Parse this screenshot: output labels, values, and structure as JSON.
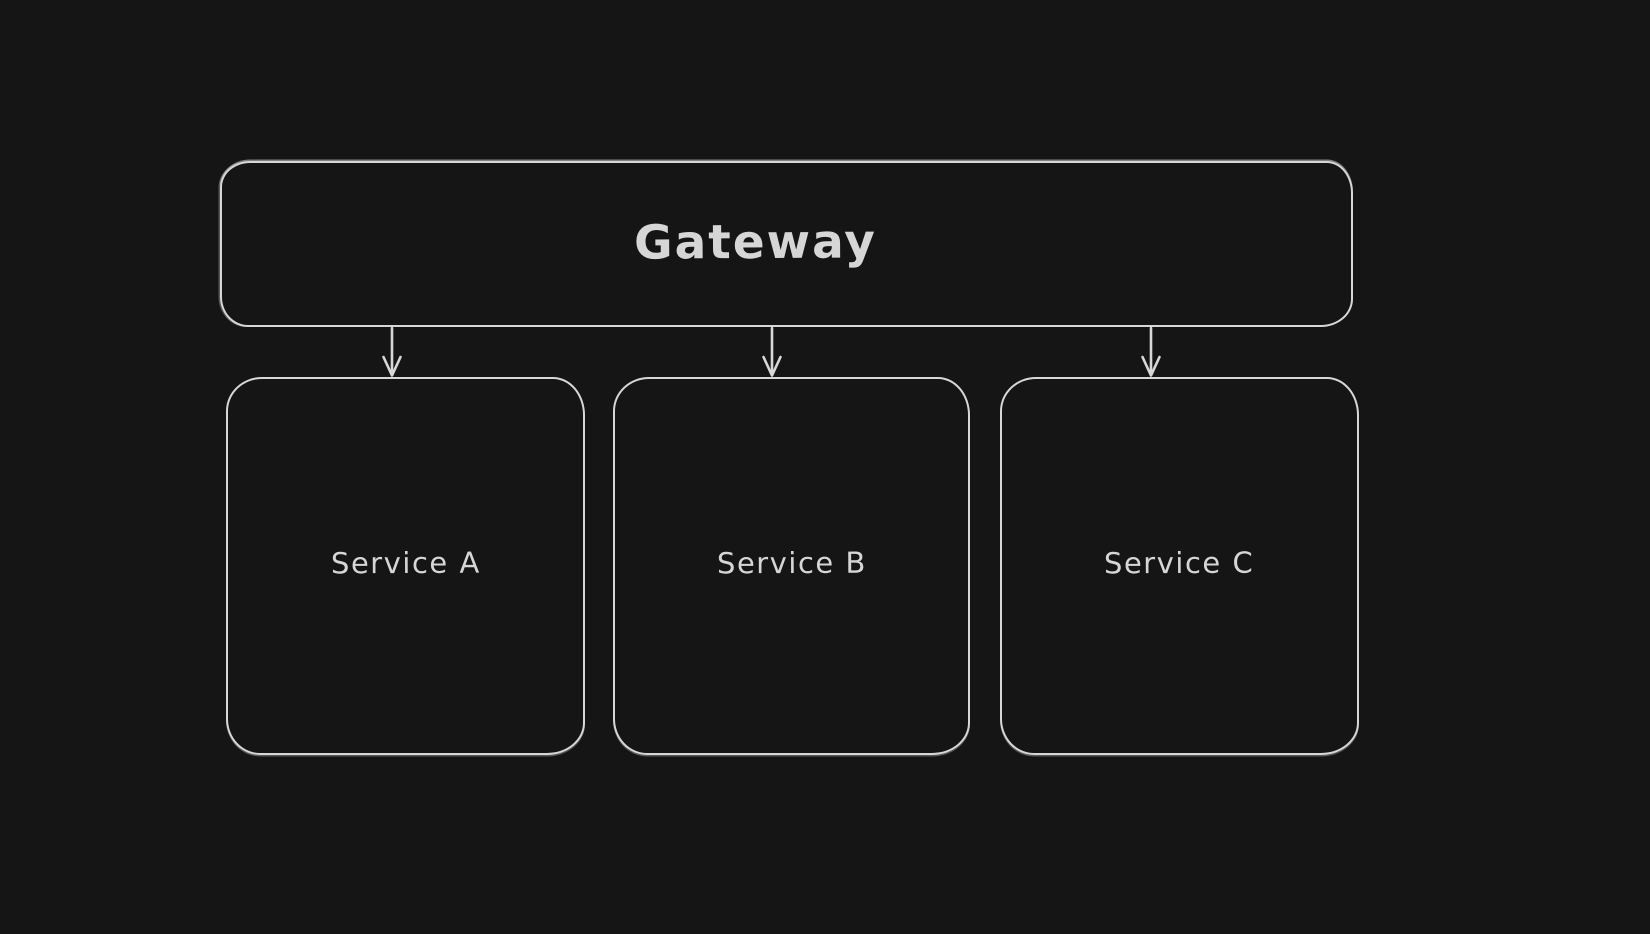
{
  "diagram": {
    "type": "flowchart",
    "style": "hand-drawn-whiteboard-dark",
    "colors": {
      "background": "#151515",
      "stroke": "#d7d7d7",
      "text": "#d6d6d6"
    },
    "nodes": [
      {
        "id": "gateway",
        "label": "Gateway",
        "shape": "rounded-rectangle"
      },
      {
        "id": "service-a",
        "label": "Service A",
        "shape": "rounded-rectangle"
      },
      {
        "id": "service-b",
        "label": "Service B",
        "shape": "rounded-rectangle"
      },
      {
        "id": "service-c",
        "label": "Service C",
        "shape": "rounded-rectangle"
      }
    ],
    "edges": [
      {
        "from": "gateway",
        "to": "service-a",
        "arrowhead": "v-arrow-down"
      },
      {
        "from": "gateway",
        "to": "service-b",
        "arrowhead": "v-arrow-down"
      },
      {
        "from": "gateway",
        "to": "service-c",
        "arrowhead": "v-arrow-down"
      }
    ]
  }
}
